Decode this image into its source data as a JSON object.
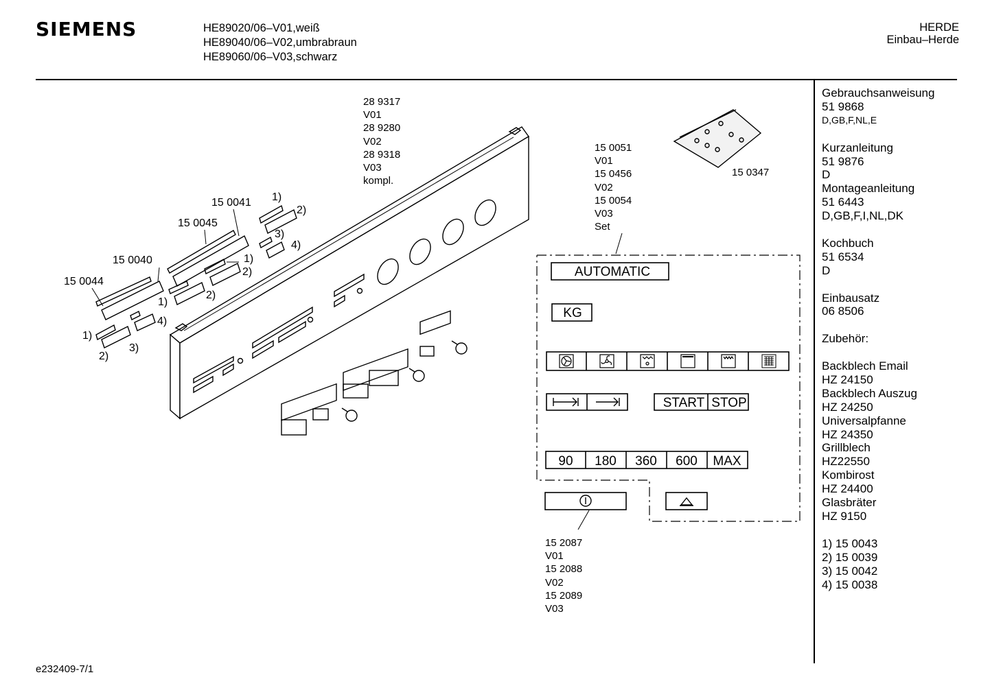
{
  "header": {
    "brand": "SIEMENS",
    "models": [
      "HE89020/06–V01,weiß",
      "HE89040/06–V02,umbrabraun",
      "HE89060/06–V03,schwarz"
    ],
    "category": [
      "HERDE",
      "Einbau–Herde"
    ]
  },
  "footer": {
    "drawing_id": "e232409-7/1"
  },
  "sidebar": {
    "entries": [
      {
        "name": "Gebrauchsanweisung",
        "number": "51 9868",
        "langs": "D,GB,F,NL,E"
      },
      {
        "name": "Kurzanleitung",
        "number": "51 9876",
        "langs": "D"
      },
      {
        "name": "Montageanleitung",
        "number": "51 6443",
        "langs": "D,GB,F,I,NL,DK"
      },
      {
        "name": "Kochbuch",
        "number": "51 6534",
        "langs": "D"
      },
      {
        "name": "Einbausatz",
        "number": "06 8506"
      }
    ],
    "accessories_title": "Zubehör:",
    "accessories": [
      {
        "name": "Backblech Email",
        "number": "HZ 24150"
      },
      {
        "name": "Backblech Auszug",
        "number": "HZ 24250"
      },
      {
        "name": "Universalpfanne",
        "number": "HZ 24350"
      },
      {
        "name": "Grillblech",
        "number": "HZ22550"
      },
      {
        "name": "Kombirost",
        "number": "HZ 24400"
      },
      {
        "name": "Glasbräter",
        "number": "HZ 9150"
      }
    ],
    "footnotes": [
      "1) 15 0043",
      "2) 15 0039",
      "3) 15 0042",
      "4) 15 0038"
    ]
  },
  "labels": {
    "panel": [
      "28 9317",
      "V01",
      "28 9280",
      "V02",
      "28 9318",
      "V03",
      "kompl."
    ],
    "set": [
      "15 0051",
      "V01",
      "15 0456",
      "V02",
      "15 0054",
      "V03",
      "Set"
    ],
    "bag": "15 0347",
    "power_part": [
      "15 2087",
      "V01",
      "15 2088",
      "V02",
      "15 2089",
      "V03"
    ],
    "p150041": "15 0041",
    "p150045": "15 0045",
    "p150040": "15 0040",
    "p150044": "15 0044",
    "note1": "1)",
    "note2": "2)",
    "note3": "3)",
    "note4": "4)"
  },
  "controls": {
    "automatic": "AUTOMATIC",
    "kg": "KG",
    "start": "START",
    "stop": "STOP",
    "times": [
      "90",
      "180",
      "360",
      "600",
      "MAX"
    ]
  },
  "icons": [
    "top-bottom-heat-fan-icon",
    "fan-icon",
    "grill-fan-icon",
    "conventional-heat-icon",
    "grill-icon",
    "large-grill-icon",
    "duration-icon",
    "end-time-icon",
    "power-icon",
    "bell-icon"
  ]
}
